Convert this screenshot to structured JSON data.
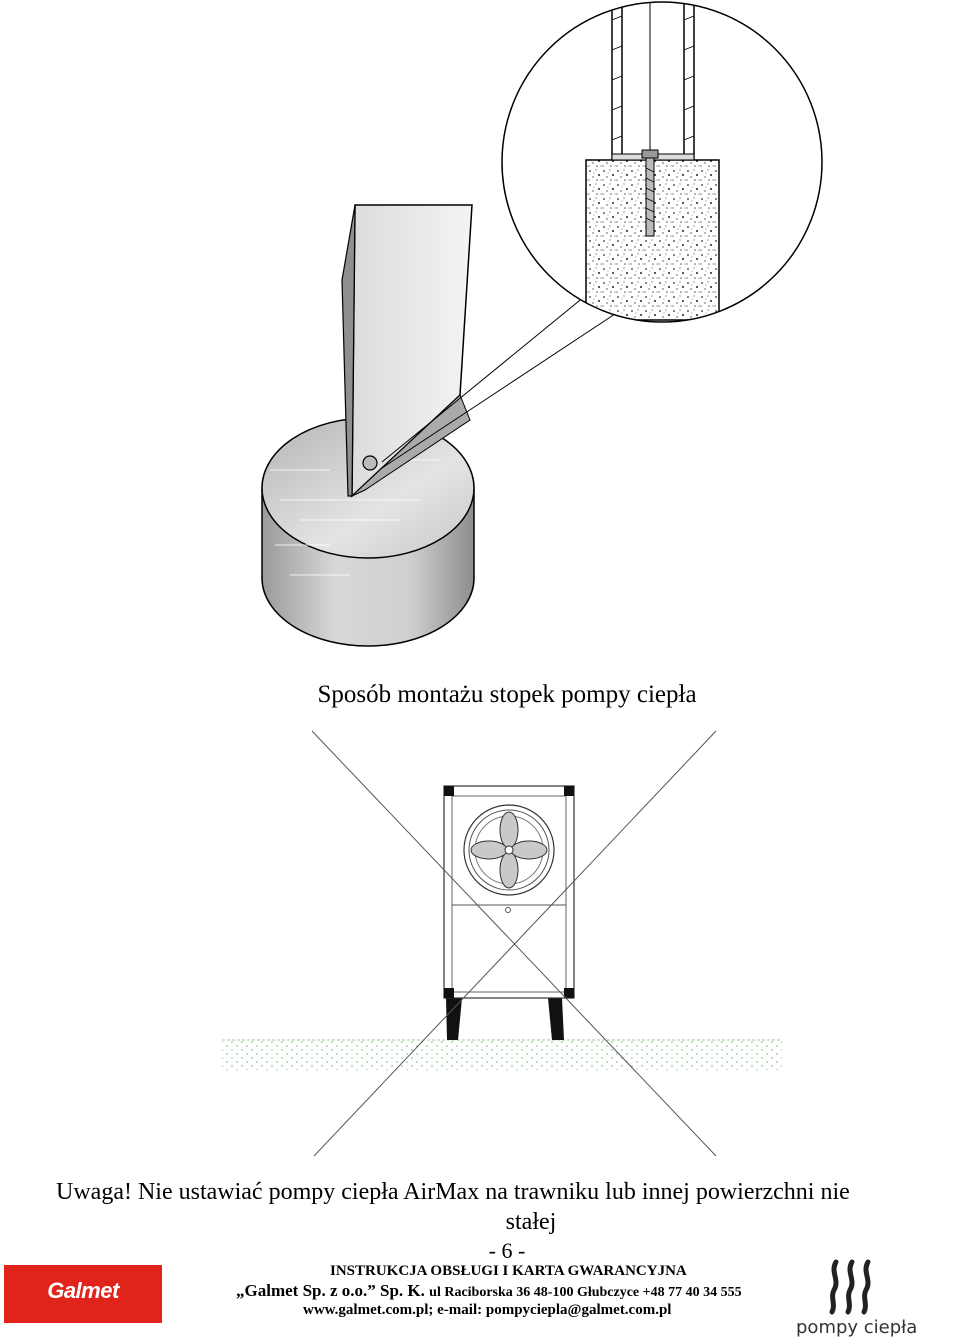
{
  "caption": "Sposób montażu stopek pompy ciepła",
  "warning": {
    "line1": "Uwaga! Nie ustawiać pompy ciepła AirMax na trawniku lub innej powierzchni nie",
    "line2": "stałej"
  },
  "page_number": "- 6 -",
  "footer": {
    "title": "INSTRUKCJA OBSŁUGI I KARTA GWARANCYJNA",
    "company": "„Galmet Sp. z o.o.” Sp. K.",
    "address": "ul Raciborska 36 48-100 Głubczyce +48 77 40 34 555",
    "contact": "www.galmet.com.pl; e-mail: pompyciepla@galmet.com.pl"
  },
  "logos": {
    "galmet": "Galmet",
    "galmet_color": "#e0231b",
    "pompy": "pompy ciepła"
  }
}
